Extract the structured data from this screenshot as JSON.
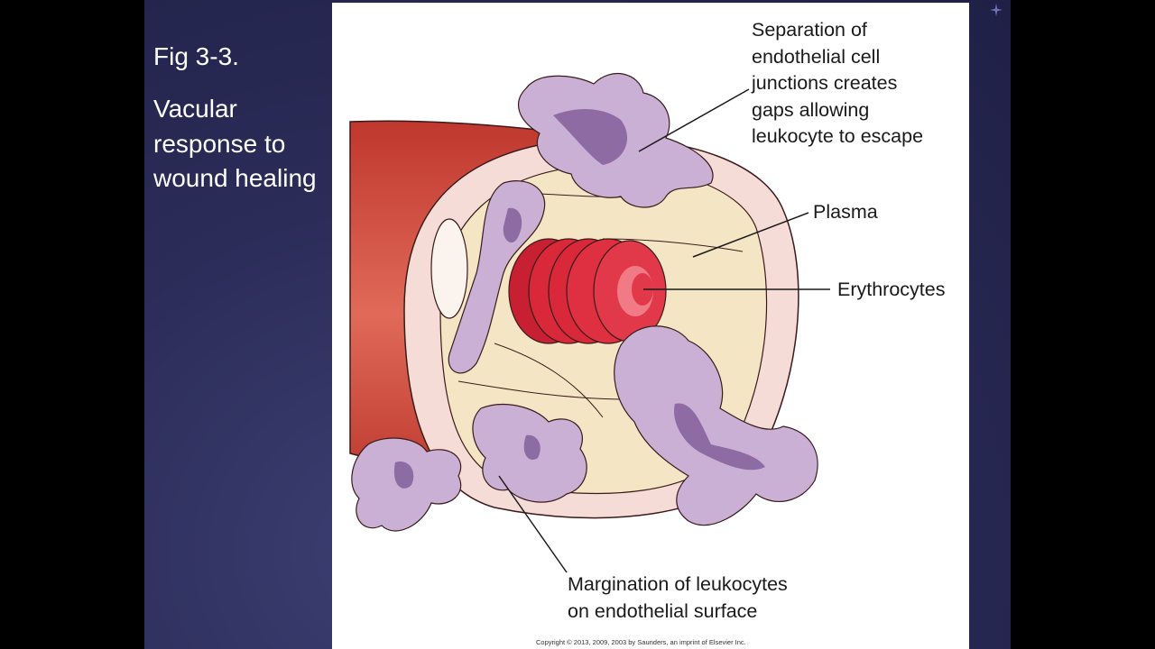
{
  "slide": {
    "title": "Fig 3-3.",
    "subtitle": "Vacular response to wound healing"
  },
  "figure": {
    "labels": {
      "separation": "Separation of\nendothelial cell\njunctions creates\ngaps allowing\nleukocyte to escape",
      "plasma": "Plasma",
      "erythrocytes": "Erythrocytes",
      "margination": "Margination of leukocytes\non endothelial surface"
    },
    "copyright": "Copyright © 2013, 2009, 2003 by Saunders, an imprint of Elsevier Inc."
  },
  "colors": {
    "slide_background": "#2b2c58",
    "vessel_wall": "#c94a3c",
    "endothelium": "#f6dcd6",
    "plasma": "#f4e6c4",
    "erythrocyte": "#d8283a",
    "leukocyte": "#c9b0d4",
    "leukocyte_nucleus": "#8f6ba3"
  }
}
